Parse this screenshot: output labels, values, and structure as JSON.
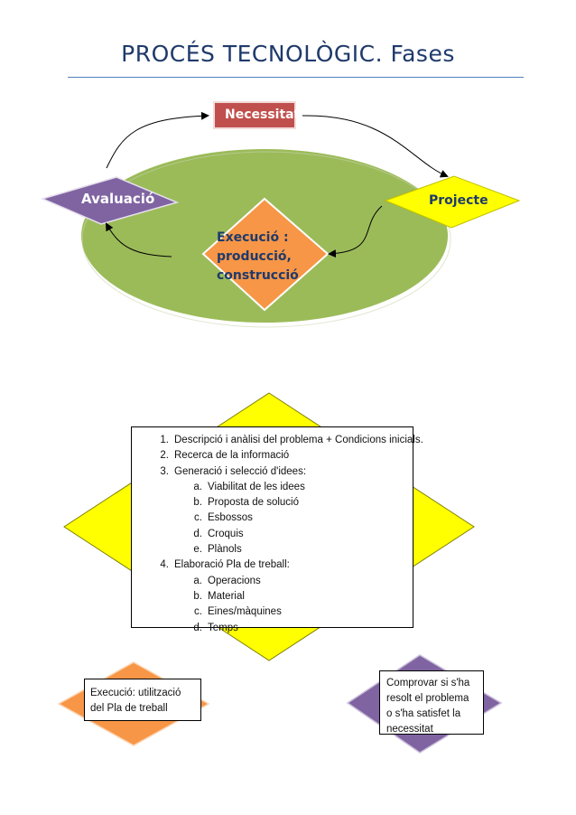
{
  "title": "PROCÉS TECNOLÒGIC. Fases",
  "cycle": {
    "necessitat": "Necessitat",
    "projecte": "Projecte",
    "execucio": [
      "Execució :",
      "producció,",
      "construcció"
    ],
    "avaluacio": "Avaluació"
  },
  "phases": [
    {
      "num": "1.",
      "text": "Descripció i anàlisi del problema + Condicions inicials."
    },
    {
      "num": "2.",
      "text": "Recerca de la informació"
    },
    {
      "num": "3.",
      "text": "Generació i selecció d'idees:"
    },
    {
      "num": "a.",
      "text": "Viabilitat de les idees",
      "sub": true
    },
    {
      "num": "b.",
      "text": "Proposta de solució",
      "sub": true
    },
    {
      "num": "c.",
      "text": "Esbossos",
      "sub": true
    },
    {
      "num": "d.",
      "text": "Croquis",
      "sub": true
    },
    {
      "num": "e.",
      "text": "Plànols",
      "sub": true
    },
    {
      "num": "4.",
      "text": "Elaboració Pla de treball:"
    },
    {
      "num": "a.",
      "text": "Operacions",
      "sub": true
    },
    {
      "num": "b.",
      "text": "Material",
      "sub": true
    },
    {
      "num": "c.",
      "text": "Eines/màquines",
      "sub": true
    },
    {
      "num": "d.",
      "text": "Temps",
      "sub": true
    }
  ],
  "execution_note": "Execució:  utilització del Pla de treball",
  "evaluation_note": "Comprovar si s'ha resolt el problema o s'ha satisfet la necessitat",
  "colors": {
    "title": "#1f3a6b",
    "ellipse": "#9bbb59",
    "necessitat": "#c0504d",
    "avaluacio": "#8064a2",
    "projecte": "#ffff00",
    "execucio": "#f79646"
  }
}
